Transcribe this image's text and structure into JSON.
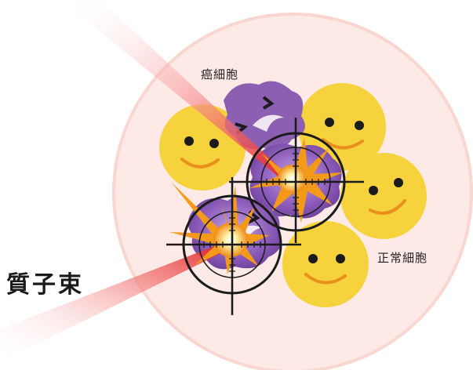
{
  "labels": {
    "cancer_cell": "癌細胞",
    "normal_cell": "正常細胞",
    "proton_beam": "質子束"
  },
  "colors": {
    "body_circle": "#fbe3df",
    "body_circle_stroke": "#f7cfc8",
    "normal_cell": "#f6d23c",
    "normal_cell_face": "#1b1b1b",
    "normal_smile": "#e88f1c",
    "cancer_cell": "#8b5fb1",
    "cancer_cell_dark": "#5c3a84",
    "beam": "#e53131",
    "burst": "#f39a1a",
    "crosshair": "#1a1a1a"
  }
}
